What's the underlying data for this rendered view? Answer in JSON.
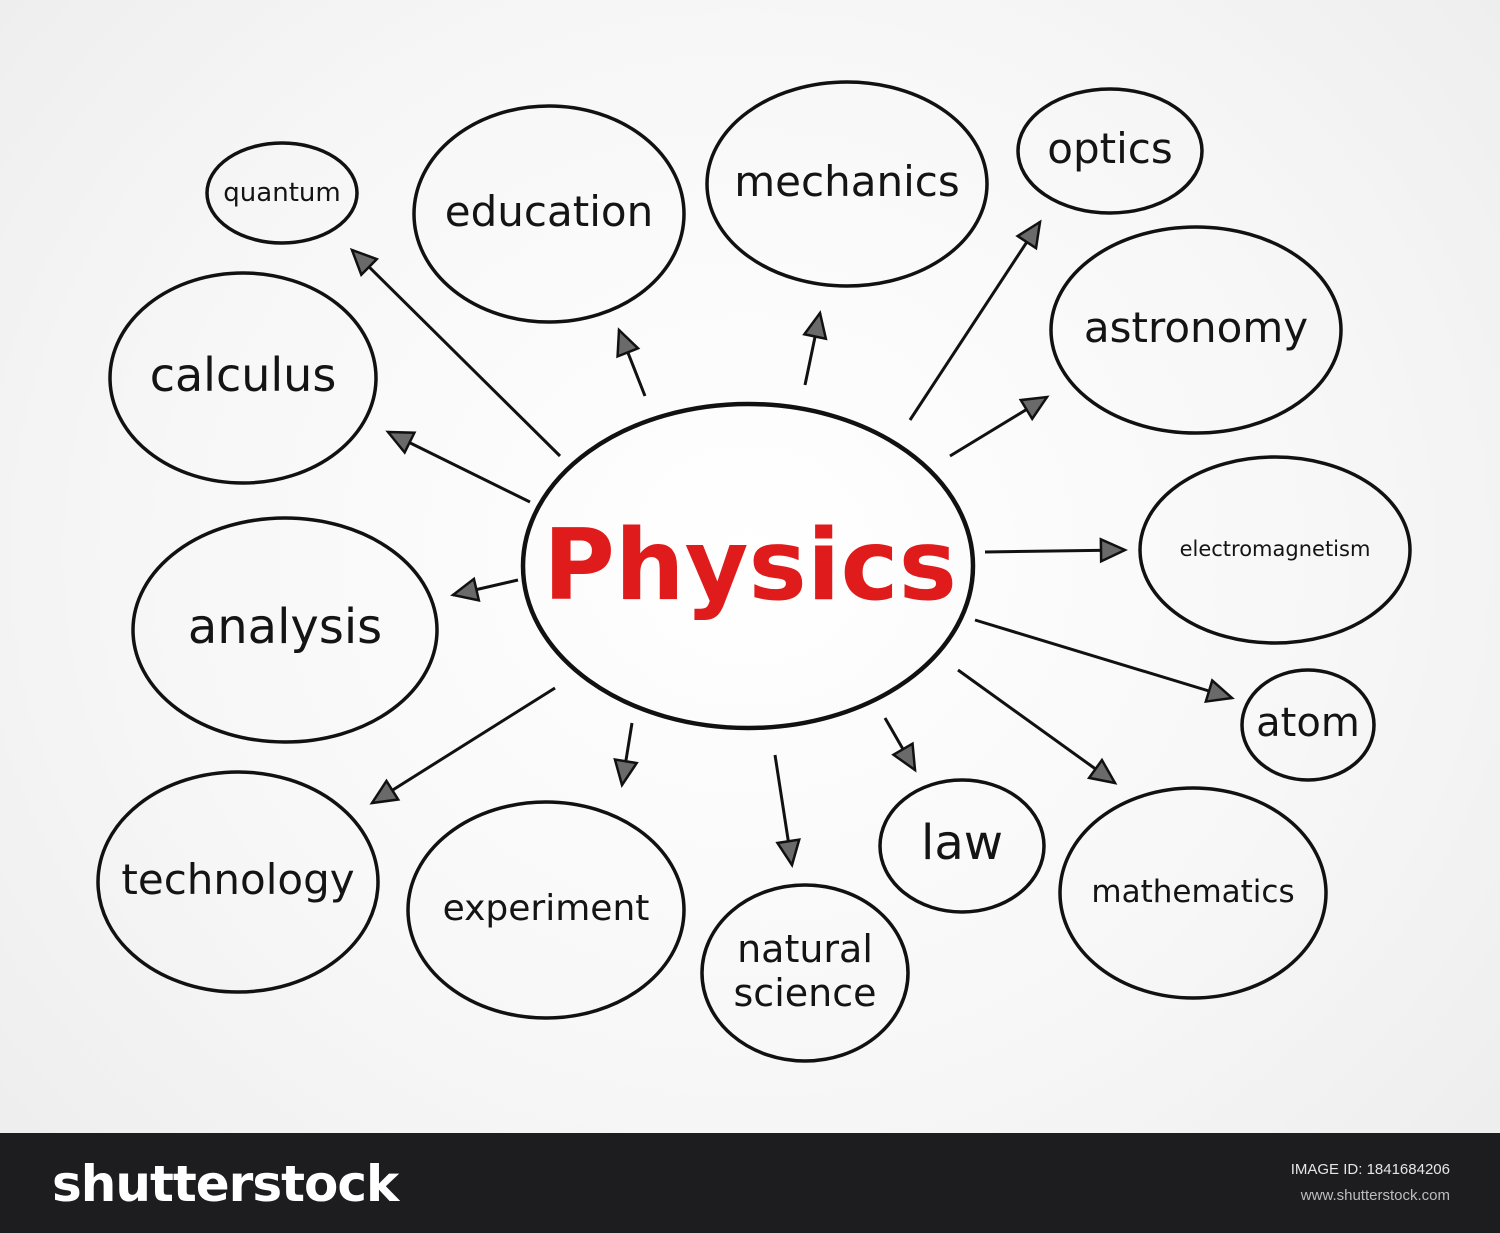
{
  "diagram": {
    "center": {
      "label": "Physics",
      "color": "#e01b1b"
    },
    "nodes": [
      {
        "id": "quantum",
        "label": "quantum"
      },
      {
        "id": "education",
        "label": "education"
      },
      {
        "id": "mechanics",
        "label": "mechanics"
      },
      {
        "id": "optics",
        "label": "optics"
      },
      {
        "id": "calculus",
        "label": "calculus"
      },
      {
        "id": "astronomy",
        "label": "astronomy"
      },
      {
        "id": "electromagnetism",
        "label": "electromagnetism"
      },
      {
        "id": "analysis",
        "label": "analysis"
      },
      {
        "id": "atom",
        "label": "atom"
      },
      {
        "id": "technology",
        "label": "technology"
      },
      {
        "id": "experiment",
        "label": "experiment"
      },
      {
        "id": "natural-science",
        "label": "natural science"
      },
      {
        "id": "law",
        "label": "law"
      },
      {
        "id": "mathematics",
        "label": "mathematics"
      }
    ],
    "line_color": "#111111"
  },
  "footer": {
    "brand": "shutterstock",
    "image_id_label": "IMAGE ID:",
    "image_id": "1841684206",
    "site": "www.shutterstock.com"
  }
}
